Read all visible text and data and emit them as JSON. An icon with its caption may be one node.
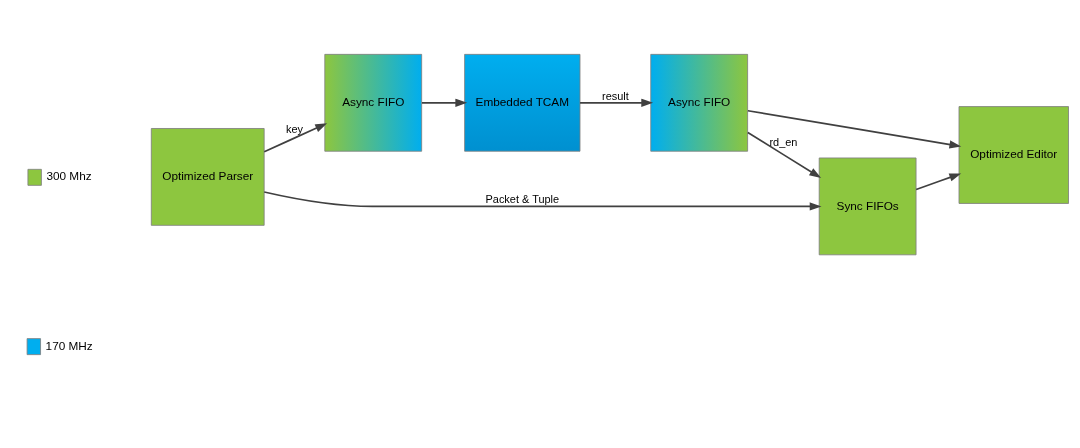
{
  "diagram": {
    "nodes": [
      {
        "text": [
          "Optimized Parser"
        ]
      },
      {
        "text": [
          "Async FIFO"
        ]
      },
      {
        "text": [
          "Embedded TCAM"
        ]
      },
      {
        "text": [
          "Async FIFO"
        ]
      },
      {
        "text": [
          "Optimized Editor"
        ]
      },
      {
        "text": [
          "Sync FIFOs"
        ]
      }
    ],
    "edges": [
      {
        "from": 0,
        "to": 1,
        "arrow": "to",
        "label": "key"
      },
      {
        "from": 1,
        "to": 2,
        "arrow": "to"
      },
      {
        "from": 2,
        "to": 3,
        "arrow": "to",
        "label": "result"
      },
      {
        "from": 3,
        "to": 4,
        "arrow": "to"
      },
      {
        "from": 0,
        "to": 5,
        "arrow": "to",
        "label": "Packet & Tuple"
      },
      {
        "from": 3,
        "to": 5,
        "arrow": "to",
        "label": "rd_en"
      },
      {
        "from": 5,
        "to": 4,
        "arrow": "to"
      }
    ],
    "legend": [
      {
        "text": "300 Mhz",
        "color": "#8dc63f"
      },
      {
        "text": "170 MHz",
        "color": "#00aeef"
      }
    ]
  }
}
